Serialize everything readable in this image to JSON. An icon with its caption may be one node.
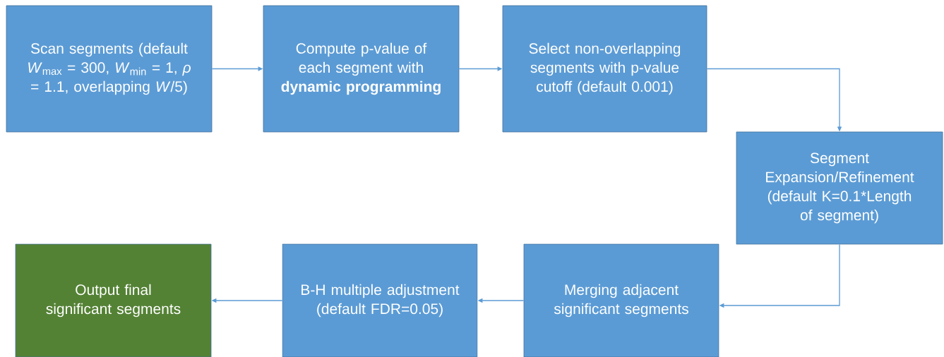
{
  "diagram": {
    "nodes": [
      {
        "text": [
          "Scan segments (default *W*$_{max}$ = 300, *W*$_{min}$ = 1, *ρ* = 1.1, overlapping *W*/5)"
        ]
      },
      {
        "text": [
          "Compute p-value of each segment with **dynamic programming**"
        ]
      },
      {
        "text": [
          "Select non-overlapping segments with p-value cutoff (default 0.001)"
        ]
      },
      {
        "text": [
          "Segment Expansion/Refinement (default K=0.1*Length of segment)"
        ]
      },
      {
        "text": [
          "Merging adjacent significant segments"
        ]
      },
      {
        "text": [
          "B-H multiple adjustment (default FDR=0.05)"
        ]
      },
      {
        "text": [
          "Output final significant segments"
        ]
      }
    ],
    "edges": [
      {
        "from": 0,
        "to": 1,
        "arrow": "to"
      },
      {
        "from": 1,
        "to": 2,
        "arrow": "to"
      },
      {
        "from": 2,
        "to": 3,
        "arrow": "to"
      },
      {
        "from": 3,
        "to": 4,
        "arrow": "to"
      },
      {
        "from": 4,
        "to": 5,
        "arrow": "to"
      },
      {
        "from": 5,
        "to": 6,
        "arrow": "to"
      }
    ]
  }
}
